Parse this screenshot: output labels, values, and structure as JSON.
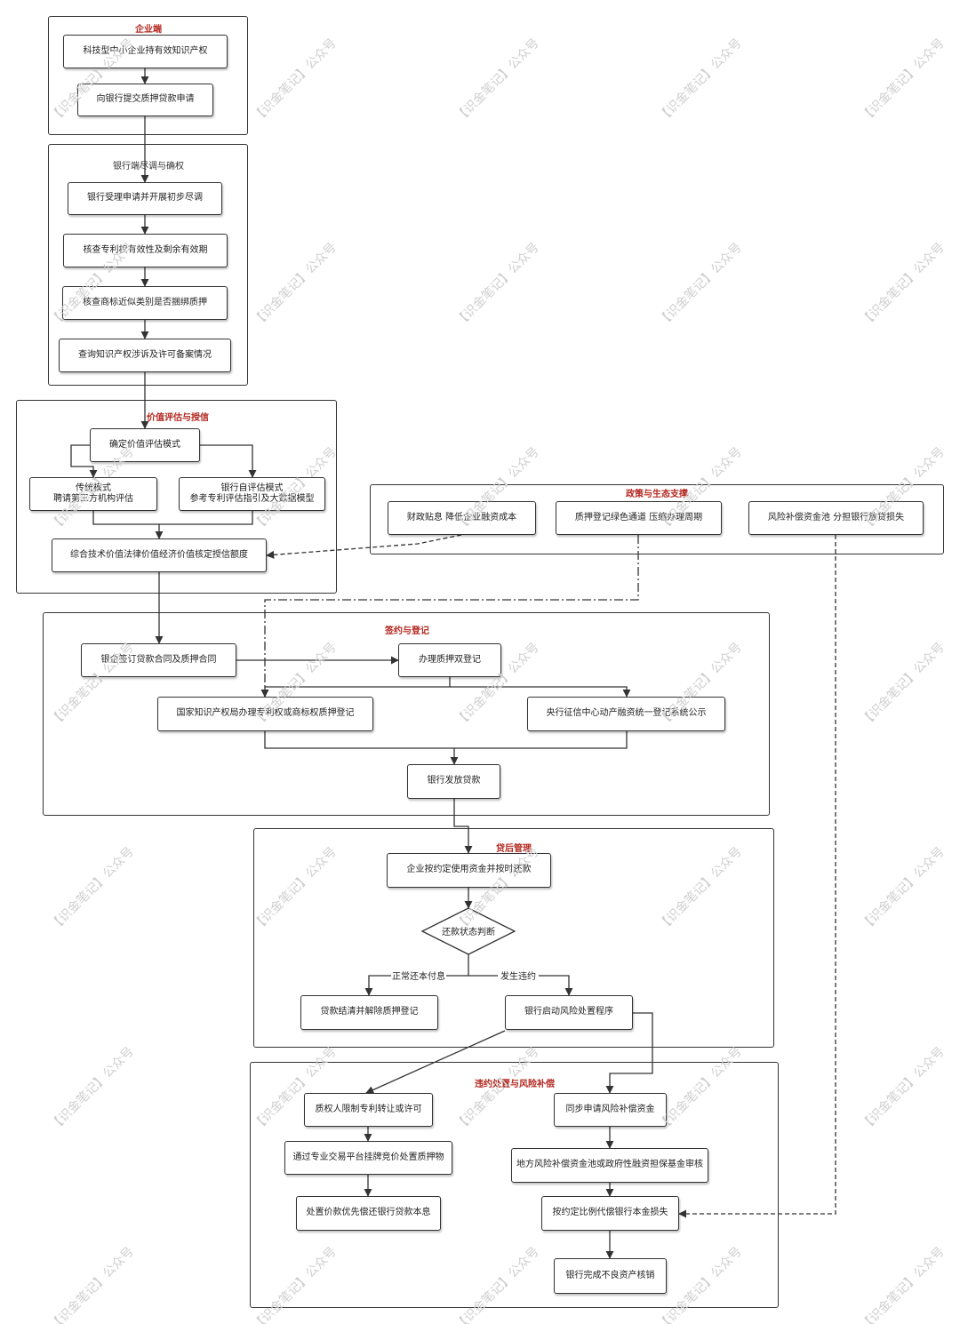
{
  "groups": {
    "enterprise": "企业端",
    "due_diligence": "银行端尽调与确权",
    "valuation": "价值评估与授信",
    "policy": "政策与生态支撑",
    "signing": "签约与登记",
    "post_loan": "贷后管理",
    "default": "违约处置与风险补偿"
  },
  "nodes": {
    "n1": "科技型中小企业持有效知识产权",
    "n2": "向银行提交质押贷款申请",
    "n3": "银行受理申请并开展初步尽调",
    "n4": "核查专利权有效性及剩余有效期",
    "n5": "核查商标近似类别是否捆绑质押",
    "n6": "查询知识产权涉诉及许可备案情况",
    "n7": "确定价值评估模式",
    "n8": "传统模式\n聘请第三方机构评估",
    "n9": "银行自评估模式\n参考专利评估指引及大数据模型",
    "n10": "综合技术价值法律价值经济价值核定授信额度",
    "p1": "财政贴息 降低企业融资成本",
    "p2": "质押登记绿色通道 压缩办理周期",
    "p3": "风险补偿资金池 分担银行放贷损失",
    "s1": "银企签订贷款合同及质押合同",
    "s2": "办理质押双登记",
    "s3": "国家知识产权局办理专利权或商标权质押登记",
    "s4": "央行征信中心动产融资统一登记系统公示",
    "s5": "银行发放贷款",
    "m1": "企业按约定使用资金并按时还款",
    "m2": "还款状态判断",
    "m3": "贷款结清并解除质押登记",
    "m4": "银行启动风险处置程序",
    "d1": "质权人限制专利转让或许可",
    "d2": "通过专业交易平台挂牌竞价处置质押物",
    "d3": "处置价款优先偿还银行贷款本息",
    "d4": "同步申请风险补偿资金",
    "d5": "地方风险补偿资金池或政府性融资担保基金审核",
    "d6": "按约定比例代偿银行本金损失",
    "d7": "银行完成不良资产核销"
  },
  "edge_labels": {
    "normal": "正常还本付息",
    "default": "发生违约"
  },
  "watermark": "【识金笔记】公众号",
  "colors": {
    "group_title": "#b3261e",
    "line": "#333333",
    "watermark": "#cfcfcf"
  }
}
